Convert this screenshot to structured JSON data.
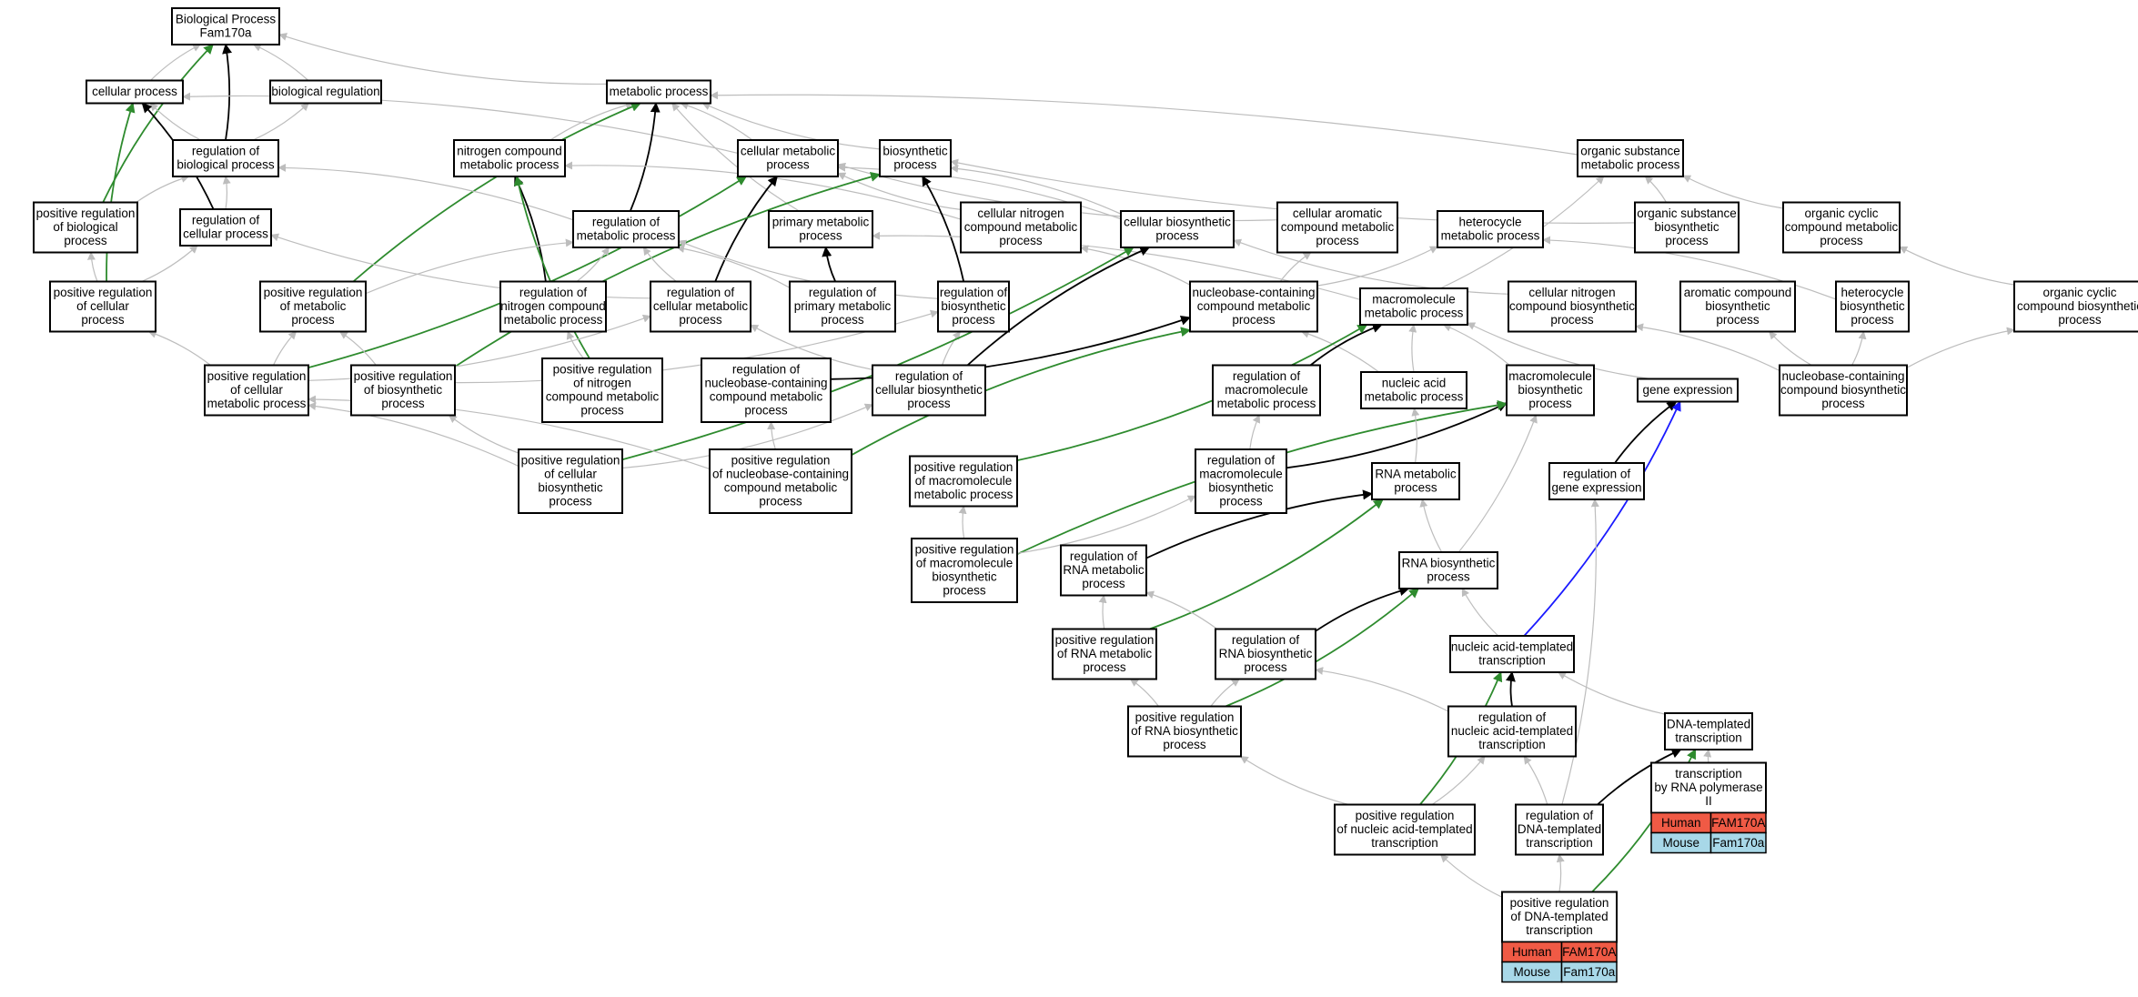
{
  "colors": {
    "edge_default": "#bdbdbd",
    "edge_regulates": "#000000",
    "edge_positive": "#2e8b2e",
    "edge_part_of": "#1a1aff",
    "human": "#f05a45",
    "mouse": "#a8d8e8"
  },
  "nodes": [
    {
      "id": "bp",
      "lines": [
        "Biological Process",
        "Fam170a"
      ]
    },
    {
      "id": "cp",
      "lines": [
        "cellular process"
      ]
    },
    {
      "id": "breg",
      "lines": [
        "biological regulation"
      ]
    },
    {
      "id": "mp",
      "lines": [
        "metabolic process"
      ]
    },
    {
      "id": "rbp",
      "lines": [
        "regulation of",
        "biological process"
      ]
    },
    {
      "id": "ncmp",
      "lines": [
        "nitrogen compound",
        "metabolic process"
      ]
    },
    {
      "id": "cmp",
      "lines": [
        "cellular metabolic",
        "process"
      ]
    },
    {
      "id": "bsp",
      "lines": [
        "biosynthetic",
        "process"
      ]
    },
    {
      "id": "osmp",
      "lines": [
        "organic substance",
        "metabolic process"
      ]
    },
    {
      "id": "prbp",
      "lines": [
        "positive regulation",
        "of biological",
        "process"
      ]
    },
    {
      "id": "rcp",
      "lines": [
        "regulation of",
        "cellular process"
      ]
    },
    {
      "id": "rmp",
      "lines": [
        "regulation of",
        "metabolic process"
      ]
    },
    {
      "id": "pmp",
      "lines": [
        "primary metabolic",
        "process"
      ]
    },
    {
      "id": "cncmp",
      "lines": [
        "cellular nitrogen",
        "compound metabolic",
        "process"
      ]
    },
    {
      "id": "cbp",
      "lines": [
        "cellular biosynthetic",
        "process"
      ]
    },
    {
      "id": "cacmp",
      "lines": [
        "cellular aromatic",
        "compound metabolic",
        "process"
      ]
    },
    {
      "id": "hmp",
      "lines": [
        "heterocycle",
        "metabolic process"
      ]
    },
    {
      "id": "osbp",
      "lines": [
        "organic substance",
        "biosynthetic",
        "process"
      ]
    },
    {
      "id": "occmp",
      "lines": [
        "organic cyclic",
        "compound metabolic",
        "process"
      ]
    },
    {
      "id": "prcp",
      "lines": [
        "positive regulation",
        "of cellular",
        "process"
      ]
    },
    {
      "id": "prmp",
      "lines": [
        "positive regulation",
        "of metabolic",
        "process"
      ]
    },
    {
      "id": "rncmp",
      "lines": [
        "regulation of",
        "nitrogen compound",
        "metabolic process"
      ]
    },
    {
      "id": "rcmp",
      "lines": [
        "regulation of",
        "cellular metabolic",
        "process"
      ]
    },
    {
      "id": "rpmp",
      "lines": [
        "regulation of",
        "primary metabolic",
        "process"
      ]
    },
    {
      "id": "rbsp",
      "lines": [
        "regulation of",
        "biosynthetic",
        "process"
      ]
    },
    {
      "id": "nbcmp",
      "lines": [
        "nucleobase-containing",
        "compound metabolic",
        "process"
      ]
    },
    {
      "id": "macmp",
      "lines": [
        "macromolecule",
        "metabolic process"
      ]
    },
    {
      "id": "cncbp",
      "lines": [
        "cellular nitrogen",
        "compound biosynthetic",
        "process"
      ]
    },
    {
      "id": "acbp",
      "lines": [
        "aromatic compound",
        "biosynthetic",
        "process"
      ]
    },
    {
      "id": "hbp",
      "lines": [
        "heterocycle",
        "biosynthetic",
        "process"
      ]
    },
    {
      "id": "occbp",
      "lines": [
        "organic cyclic",
        "compound biosynthetic",
        "process"
      ]
    },
    {
      "id": "prcmp",
      "lines": [
        "positive regulation",
        "of cellular",
        "metabolic process"
      ]
    },
    {
      "id": "prbsp",
      "lines": [
        "positive regulation",
        "of biosynthetic",
        "process"
      ]
    },
    {
      "id": "prncmp",
      "lines": [
        "positive regulation",
        "of nitrogen",
        "compound metabolic",
        "process"
      ]
    },
    {
      "id": "rnbcmp",
      "lines": [
        "regulation of",
        "nucleobase-containing",
        "compound metabolic",
        "process"
      ]
    },
    {
      "id": "rcbp",
      "lines": [
        "regulation of",
        "cellular biosynthetic",
        "process"
      ]
    },
    {
      "id": "rmacmp",
      "lines": [
        "regulation of",
        "macromolecule",
        "metabolic process"
      ]
    },
    {
      "id": "namp",
      "lines": [
        "nucleic acid",
        "metabolic process"
      ]
    },
    {
      "id": "macbp",
      "lines": [
        "macromolecule",
        "biosynthetic",
        "process"
      ]
    },
    {
      "id": "ge",
      "lines": [
        "gene expression"
      ]
    },
    {
      "id": "nbcbp",
      "lines": [
        "nucleobase-containing",
        "compound biosynthetic",
        "process"
      ]
    },
    {
      "id": "prcbp",
      "lines": [
        "positive regulation",
        "of cellular",
        "biosynthetic",
        "process"
      ]
    },
    {
      "id": "prnbcmp",
      "lines": [
        "positive regulation",
        "of nucleobase-containing",
        "compound metabolic",
        "process"
      ]
    },
    {
      "id": "prmacmp",
      "lines": [
        "positive regulation",
        "of macromolecule",
        "metabolic process"
      ]
    },
    {
      "id": "rmacbp",
      "lines": [
        "regulation of",
        "macromolecule",
        "biosynthetic",
        "process"
      ]
    },
    {
      "id": "rnamp",
      "lines": [
        "RNA metabolic",
        "process"
      ]
    },
    {
      "id": "rge",
      "lines": [
        "regulation of",
        "gene expression"
      ]
    },
    {
      "id": "prmacbp",
      "lines": [
        "positive regulation",
        "of macromolecule",
        "biosynthetic",
        "process"
      ]
    },
    {
      "id": "rrnamp",
      "lines": [
        "regulation of",
        "RNA metabolic",
        "process"
      ]
    },
    {
      "id": "rnabp",
      "lines": [
        "RNA biosynthetic",
        "process"
      ]
    },
    {
      "id": "prrnamp",
      "lines": [
        "positive regulation",
        "of RNA metabolic",
        "process"
      ]
    },
    {
      "id": "rrnabp",
      "lines": [
        "regulation of",
        "RNA biosynthetic",
        "process"
      ]
    },
    {
      "id": "natt",
      "lines": [
        "nucleic acid-templated",
        "transcription"
      ]
    },
    {
      "id": "prrnabp",
      "lines": [
        "positive regulation",
        "of RNA biosynthetic",
        "process"
      ]
    },
    {
      "id": "rnatt",
      "lines": [
        "regulation of",
        "nucleic acid-templated",
        "transcription"
      ]
    },
    {
      "id": "dtt",
      "lines": [
        "DNA-templated",
        "transcription"
      ]
    },
    {
      "id": "prnatt",
      "lines": [
        "positive regulation",
        "of nucleic acid-templated",
        "transcription"
      ]
    },
    {
      "id": "rdtt",
      "lines": [
        "regulation of",
        "DNA-templated",
        "transcription"
      ]
    },
    {
      "id": "tpol2",
      "lines": [
        "transcription",
        "by RNA polymerase",
        "II"
      ],
      "genes": [
        {
          "species": "Human",
          "gene": "FAM170A"
        },
        {
          "species": "Mouse",
          "gene": "Fam170a"
        }
      ]
    },
    {
      "id": "prdtt",
      "lines": [
        "positive regulation",
        "of DNA-templated",
        "transcription"
      ],
      "genes": [
        {
          "species": "Human",
          "gene": "FAM170A"
        },
        {
          "species": "Mouse",
          "gene": "Fam170a"
        }
      ]
    }
  ],
  "edges": [
    {
      "from": "cp",
      "to": "bp",
      "type": "is_a"
    },
    {
      "from": "breg",
      "to": "bp",
      "type": "is_a"
    },
    {
      "from": "mp",
      "to": "bp",
      "type": "is_a"
    },
    {
      "from": "rbp",
      "to": "bp",
      "type": "regulates"
    },
    {
      "from": "prbp",
      "to": "bp",
      "type": "positively_regulates"
    },
    {
      "from": "rbp",
      "to": "breg",
      "type": "is_a"
    },
    {
      "from": "rbp",
      "to": "cp",
      "type": "is_a"
    },
    {
      "from": "rcp",
      "to": "cp",
      "type": "regulates"
    },
    {
      "from": "prcp",
      "to": "cp",
      "type": "positively_regulates"
    },
    {
      "from": "cmp",
      "to": "cp",
      "type": "is_a"
    },
    {
      "from": "ncmp",
      "to": "mp",
      "type": "is_a"
    },
    {
      "from": "cmp",
      "to": "mp",
      "type": "is_a"
    },
    {
      "from": "bsp",
      "to": "mp",
      "type": "is_a"
    },
    {
      "from": "osmp",
      "to": "mp",
      "type": "is_a"
    },
    {
      "from": "pmp",
      "to": "mp",
      "type": "is_a"
    },
    {
      "from": "rmp",
      "to": "mp",
      "type": "regulates"
    },
    {
      "from": "prmp",
      "to": "mp",
      "type": "positively_regulates"
    },
    {
      "from": "rcp",
      "to": "rbp",
      "type": "is_a"
    },
    {
      "from": "prbp",
      "to": "rbp",
      "type": "is_a"
    },
    {
      "from": "rmp",
      "to": "rbp",
      "type": "is_a"
    },
    {
      "from": "prcp",
      "to": "prbp",
      "type": "is_a"
    },
    {
      "from": "prcp",
      "to": "rcp",
      "type": "is_a"
    },
    {
      "from": "rcmp",
      "to": "rcp",
      "type": "is_a"
    },
    {
      "from": "rncmp",
      "to": "ncmp",
      "type": "regulates"
    },
    {
      "from": "prncmp",
      "to": "ncmp",
      "type": "positively_regulates"
    },
    {
      "from": "cncmp",
      "to": "ncmp",
      "type": "is_a"
    },
    {
      "from": "rcmp",
      "to": "cmp",
      "type": "regulates"
    },
    {
      "from": "prcmp",
      "to": "cmp",
      "type": "positively_regulates"
    },
    {
      "from": "cncmp",
      "to": "cmp",
      "type": "is_a"
    },
    {
      "from": "cbp",
      "to": "cmp",
      "type": "is_a"
    },
    {
      "from": "cacmp",
      "to": "cmp",
      "type": "is_a"
    },
    {
      "from": "rbsp",
      "to": "bsp",
      "type": "regulates"
    },
    {
      "from": "prbsp",
      "to": "bsp",
      "type": "positively_regulates"
    },
    {
      "from": "cbp",
      "to": "bsp",
      "type": "is_a"
    },
    {
      "from": "osbp",
      "to": "bsp",
      "type": "is_a"
    },
    {
      "from": "osbp",
      "to": "osmp",
      "type": "is_a"
    },
    {
      "from": "occmp",
      "to": "osmp",
      "type": "is_a"
    },
    {
      "from": "macmp",
      "to": "osmp",
      "type": "is_a"
    },
    {
      "from": "rpmp",
      "to": "pmp",
      "type": "regulates"
    },
    {
      "from": "macmp",
      "to": "pmp",
      "type": "is_a"
    },
    {
      "from": "prmp",
      "to": "rmp",
      "type": "is_a"
    },
    {
      "from": "rncmp",
      "to": "rmp",
      "type": "is_a"
    },
    {
      "from": "rcmp",
      "to": "rmp",
      "type": "is_a"
    },
    {
      "from": "rpmp",
      "to": "rmp",
      "type": "is_a"
    },
    {
      "from": "rbsp",
      "to": "rmp",
      "type": "is_a"
    },
    {
      "from": "prcmp",
      "to": "prcp",
      "type": "is_a"
    },
    {
      "from": "prcmp",
      "to": "prmp",
      "type": "is_a"
    },
    {
      "from": "prbsp",
      "to": "prmp",
      "type": "is_a"
    },
    {
      "from": "prncmp",
      "to": "rncmp",
      "type": "is_a"
    },
    {
      "from": "prcmp",
      "to": "rcmp",
      "type": "is_a"
    },
    {
      "from": "rcbp",
      "to": "rcmp",
      "type": "is_a"
    },
    {
      "from": "prbsp",
      "to": "rbsp",
      "type": "is_a"
    },
    {
      "from": "rcbp",
      "to": "rbsp",
      "type": "is_a"
    },
    {
      "from": "nbcmp",
      "to": "cncmp",
      "type": "is_a"
    },
    {
      "from": "nbcmp",
      "to": "cacmp",
      "type": "is_a"
    },
    {
      "from": "nbcmp",
      "to": "hmp",
      "type": "is_a"
    },
    {
      "from": "rcbp",
      "to": "cbp",
      "type": "regulates"
    },
    {
      "from": "prcbp",
      "to": "cbp",
      "type": "positively_regulates"
    },
    {
      "from": "cncbp",
      "to": "cbp",
      "type": "is_a"
    },
    {
      "from": "hbp",
      "to": "hmp",
      "type": "is_a"
    },
    {
      "from": "occbp",
      "to": "occmp",
      "type": "is_a"
    },
    {
      "from": "rnbcmp",
      "to": "nbcmp",
      "type": "regulates"
    },
    {
      "from": "prnbcmp",
      "to": "nbcmp",
      "type": "positively_regulates"
    },
    {
      "from": "namp",
      "to": "nbcmp",
      "type": "is_a"
    },
    {
      "from": "rmacmp",
      "to": "macmp",
      "type": "regulates"
    },
    {
      "from": "prmacmp",
      "to": "macmp",
      "type": "positively_regulates"
    },
    {
      "from": "namp",
      "to": "macmp",
      "type": "is_a"
    },
    {
      "from": "macbp",
      "to": "macmp",
      "type": "is_a"
    },
    {
      "from": "ge",
      "to": "macmp",
      "type": "is_a"
    },
    {
      "from": "nbcbp",
      "to": "cncbp",
      "type": "is_a"
    },
    {
      "from": "nbcbp",
      "to": "acbp",
      "type": "is_a"
    },
    {
      "from": "nbcbp",
      "to": "hbp",
      "type": "is_a"
    },
    {
      "from": "nbcbp",
      "to": "occbp",
      "type": "is_a"
    },
    {
      "from": "prcbp",
      "to": "prcmp",
      "type": "is_a"
    },
    {
      "from": "prcbp",
      "to": "prbsp",
      "type": "is_a"
    },
    {
      "from": "prnbcmp",
      "to": "prcmp",
      "type": "is_a"
    },
    {
      "from": "prnbcmp",
      "to": "rnbcmp",
      "type": "is_a"
    },
    {
      "from": "prcbp",
      "to": "rcbp",
      "type": "is_a"
    },
    {
      "from": "rmacbp",
      "to": "rmacmp",
      "type": "is_a"
    },
    {
      "from": "rmacbp",
      "to": "macbp",
      "type": "regulates"
    },
    {
      "from": "prmacbp",
      "to": "macbp",
      "type": "positively_regulates"
    },
    {
      "from": "rnamp",
      "to": "namp",
      "type": "is_a"
    },
    {
      "from": "rge",
      "to": "ge",
      "type": "regulates"
    },
    {
      "from": "natt",
      "to": "ge",
      "type": "part_of"
    },
    {
      "from": "prmacbp",
      "to": "prmacmp",
      "type": "is_a"
    },
    {
      "from": "prmacbp",
      "to": "rmacbp",
      "type": "is_a"
    },
    {
      "from": "rrnamp",
      "to": "rnamp",
      "type": "regulates"
    },
    {
      "from": "prrnamp",
      "to": "rnamp",
      "type": "positively_regulates"
    },
    {
      "from": "rnabp",
      "to": "rnamp",
      "type": "is_a"
    },
    {
      "from": "rnabp",
      "to": "macbp",
      "type": "is_a"
    },
    {
      "from": "prrnamp",
      "to": "rrnamp",
      "type": "is_a"
    },
    {
      "from": "rrnabp",
      "to": "rrnamp",
      "type": "is_a"
    },
    {
      "from": "rrnabp",
      "to": "rnabp",
      "type": "regulates"
    },
    {
      "from": "prrnabp",
      "to": "rnabp",
      "type": "positively_regulates"
    },
    {
      "from": "natt",
      "to": "rnabp",
      "type": "is_a"
    },
    {
      "from": "prrnabp",
      "to": "prrnamp",
      "type": "is_a"
    },
    {
      "from": "prrnabp",
      "to": "rrnabp",
      "type": "is_a"
    },
    {
      "from": "rnatt",
      "to": "rrnabp",
      "type": "is_a"
    },
    {
      "from": "rnatt",
      "to": "natt",
      "type": "regulates"
    },
    {
      "from": "prnatt",
      "to": "natt",
      "type": "positively_regulates"
    },
    {
      "from": "dtt",
      "to": "natt",
      "type": "is_a"
    },
    {
      "from": "prnatt",
      "to": "rnatt",
      "type": "is_a"
    },
    {
      "from": "prnatt",
      "to": "prrnabp",
      "type": "is_a"
    },
    {
      "from": "rdtt",
      "to": "rnatt",
      "type": "is_a"
    },
    {
      "from": "rdtt",
      "to": "dtt",
      "type": "regulates"
    },
    {
      "from": "rdtt",
      "to": "rge",
      "type": "is_a"
    },
    {
      "from": "tpol2",
      "to": "dtt",
      "type": "is_a"
    },
    {
      "from": "prdtt",
      "to": "rdtt",
      "type": "is_a"
    },
    {
      "from": "prdtt",
      "to": "prnatt",
      "type": "is_a"
    },
    {
      "from": "prdtt",
      "to": "dtt",
      "type": "positively_regulates"
    }
  ]
}
